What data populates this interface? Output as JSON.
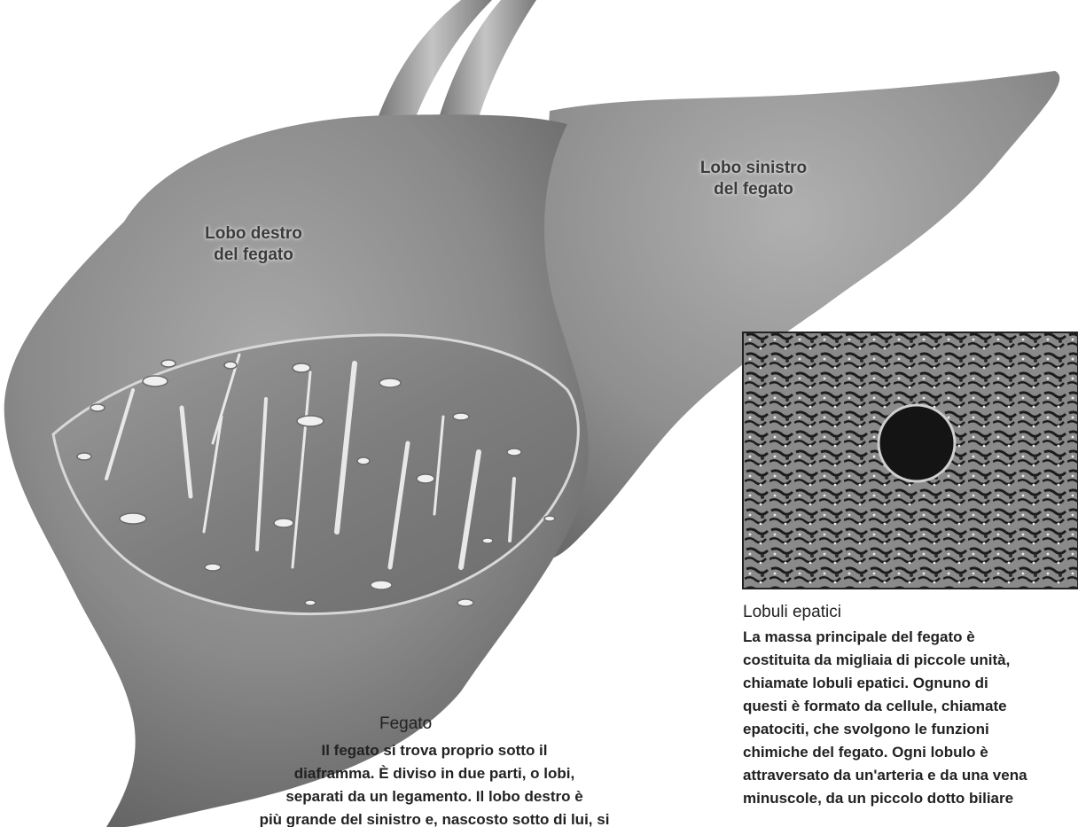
{
  "liver_labels": {
    "right_lobe": [
      "Lobo destro",
      "del fegato"
    ],
    "left_lobe": [
      "Lobo sinistro",
      "del fegato"
    ]
  },
  "fegato_caption": {
    "heading": "Fegato",
    "lines": [
      "Il fegato si trova proprio sotto il",
      "diaframma. È diviso in due parti, o lobi,",
      "separati da un legamento. Il lobo destro è",
      "più grande del sinistro e, nascosto sotto di lui, si"
    ]
  },
  "lobuli_caption": {
    "heading": "Lobuli epatici",
    "lines": [
      "La massa principale del fegato è",
      "costituita da migliaia di piccole unità,",
      "chiamate lobuli epatici. Ognuno di",
      "questi è formato da cellule, chiamate",
      "epatociti, che svolgono le funzioni",
      "chimiche del fegato. Ogni lobulo è",
      "attraversato da un'arteria e da una vena",
      "minuscole, da un piccolo dotto biliare"
    ]
  }
}
